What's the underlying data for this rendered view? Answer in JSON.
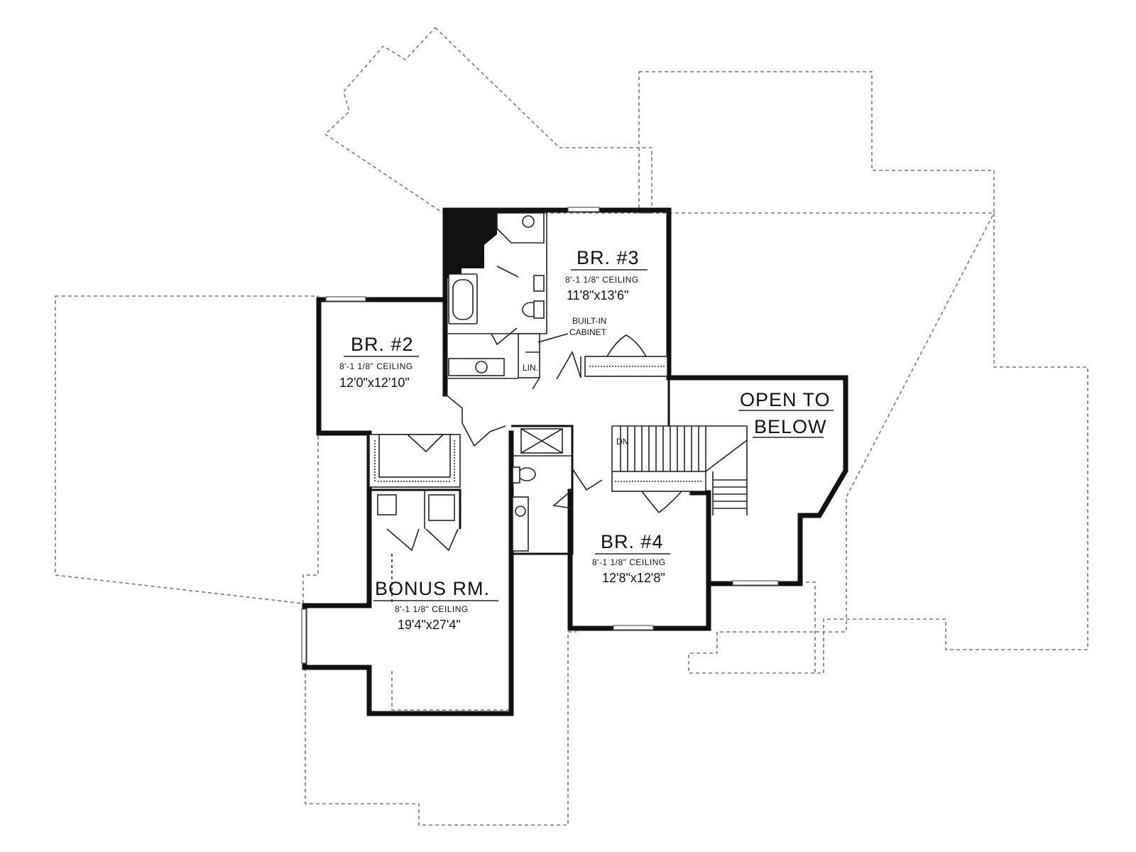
{
  "rooms": {
    "br3": {
      "name": "BR. #3",
      "ceiling": "8'-1 1/8\" CEILING",
      "dims": "11'8\"x13'6\""
    },
    "br2": {
      "name": "BR. #2",
      "ceiling": "8'-1 1/8\" CEILING",
      "dims": "12'0\"x12'10\""
    },
    "br4": {
      "name": "BR. #4",
      "ceiling": "8'-1 1/8\" CEILING",
      "dims": "12'8\"x12'8\""
    },
    "bonus": {
      "name": "BONUS RM.",
      "ceiling": "8'-1 1/8\" CEILING",
      "dims": "19'4\"x27'4\""
    }
  },
  "open_to_below": {
    "line1": "OPEN TO",
    "line2": "BELOW"
  },
  "notes": {
    "built_in_1": "BUILT-IN",
    "built_in_2": "CABINET",
    "linen": "LIN.",
    "down": "DN"
  }
}
